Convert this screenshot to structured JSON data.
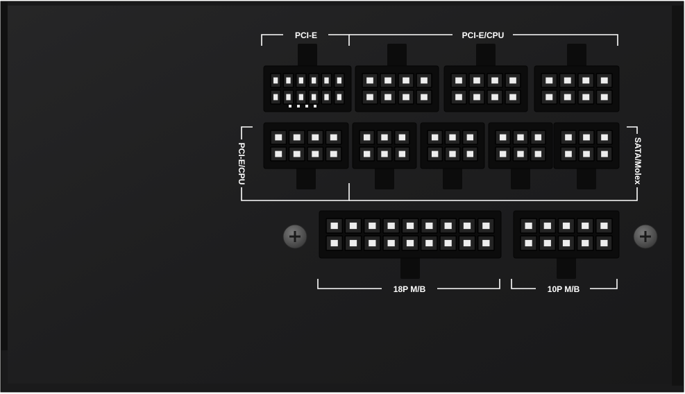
{
  "labels": {
    "pcie_top": "PCI-E",
    "pcie_cpu_top": "PCI-E/CPU",
    "pcie_cpu_left": "PCI-E/CPU",
    "sata_molex_right": "SATA/Molex",
    "mb_18p": "18P M/B",
    "mb_10p": "10P M/B"
  },
  "connectors": {
    "top_row": [
      "16-pin PCI-E",
      "8-pin PCI-E/CPU",
      "8-pin PCI-E/CPU",
      "8-pin PCI-E/CPU"
    ],
    "middle_row": [
      "8-pin PCI-E/CPU",
      "6-pin SATA/Molex",
      "6-pin SATA/Molex",
      "6-pin SATA/Molex",
      "6-pin SATA/Molex"
    ],
    "bottom_row": [
      "18-pin M/B",
      "10-pin M/B"
    ]
  },
  "colors": {
    "panel": "#1d1d1e",
    "connector": "#0c0c0c",
    "pin": "#232323",
    "label": "#ffffff",
    "screw": "#5a5a5a"
  },
  "icons": [
    "screw-left-icon",
    "screw-right-icon"
  ]
}
